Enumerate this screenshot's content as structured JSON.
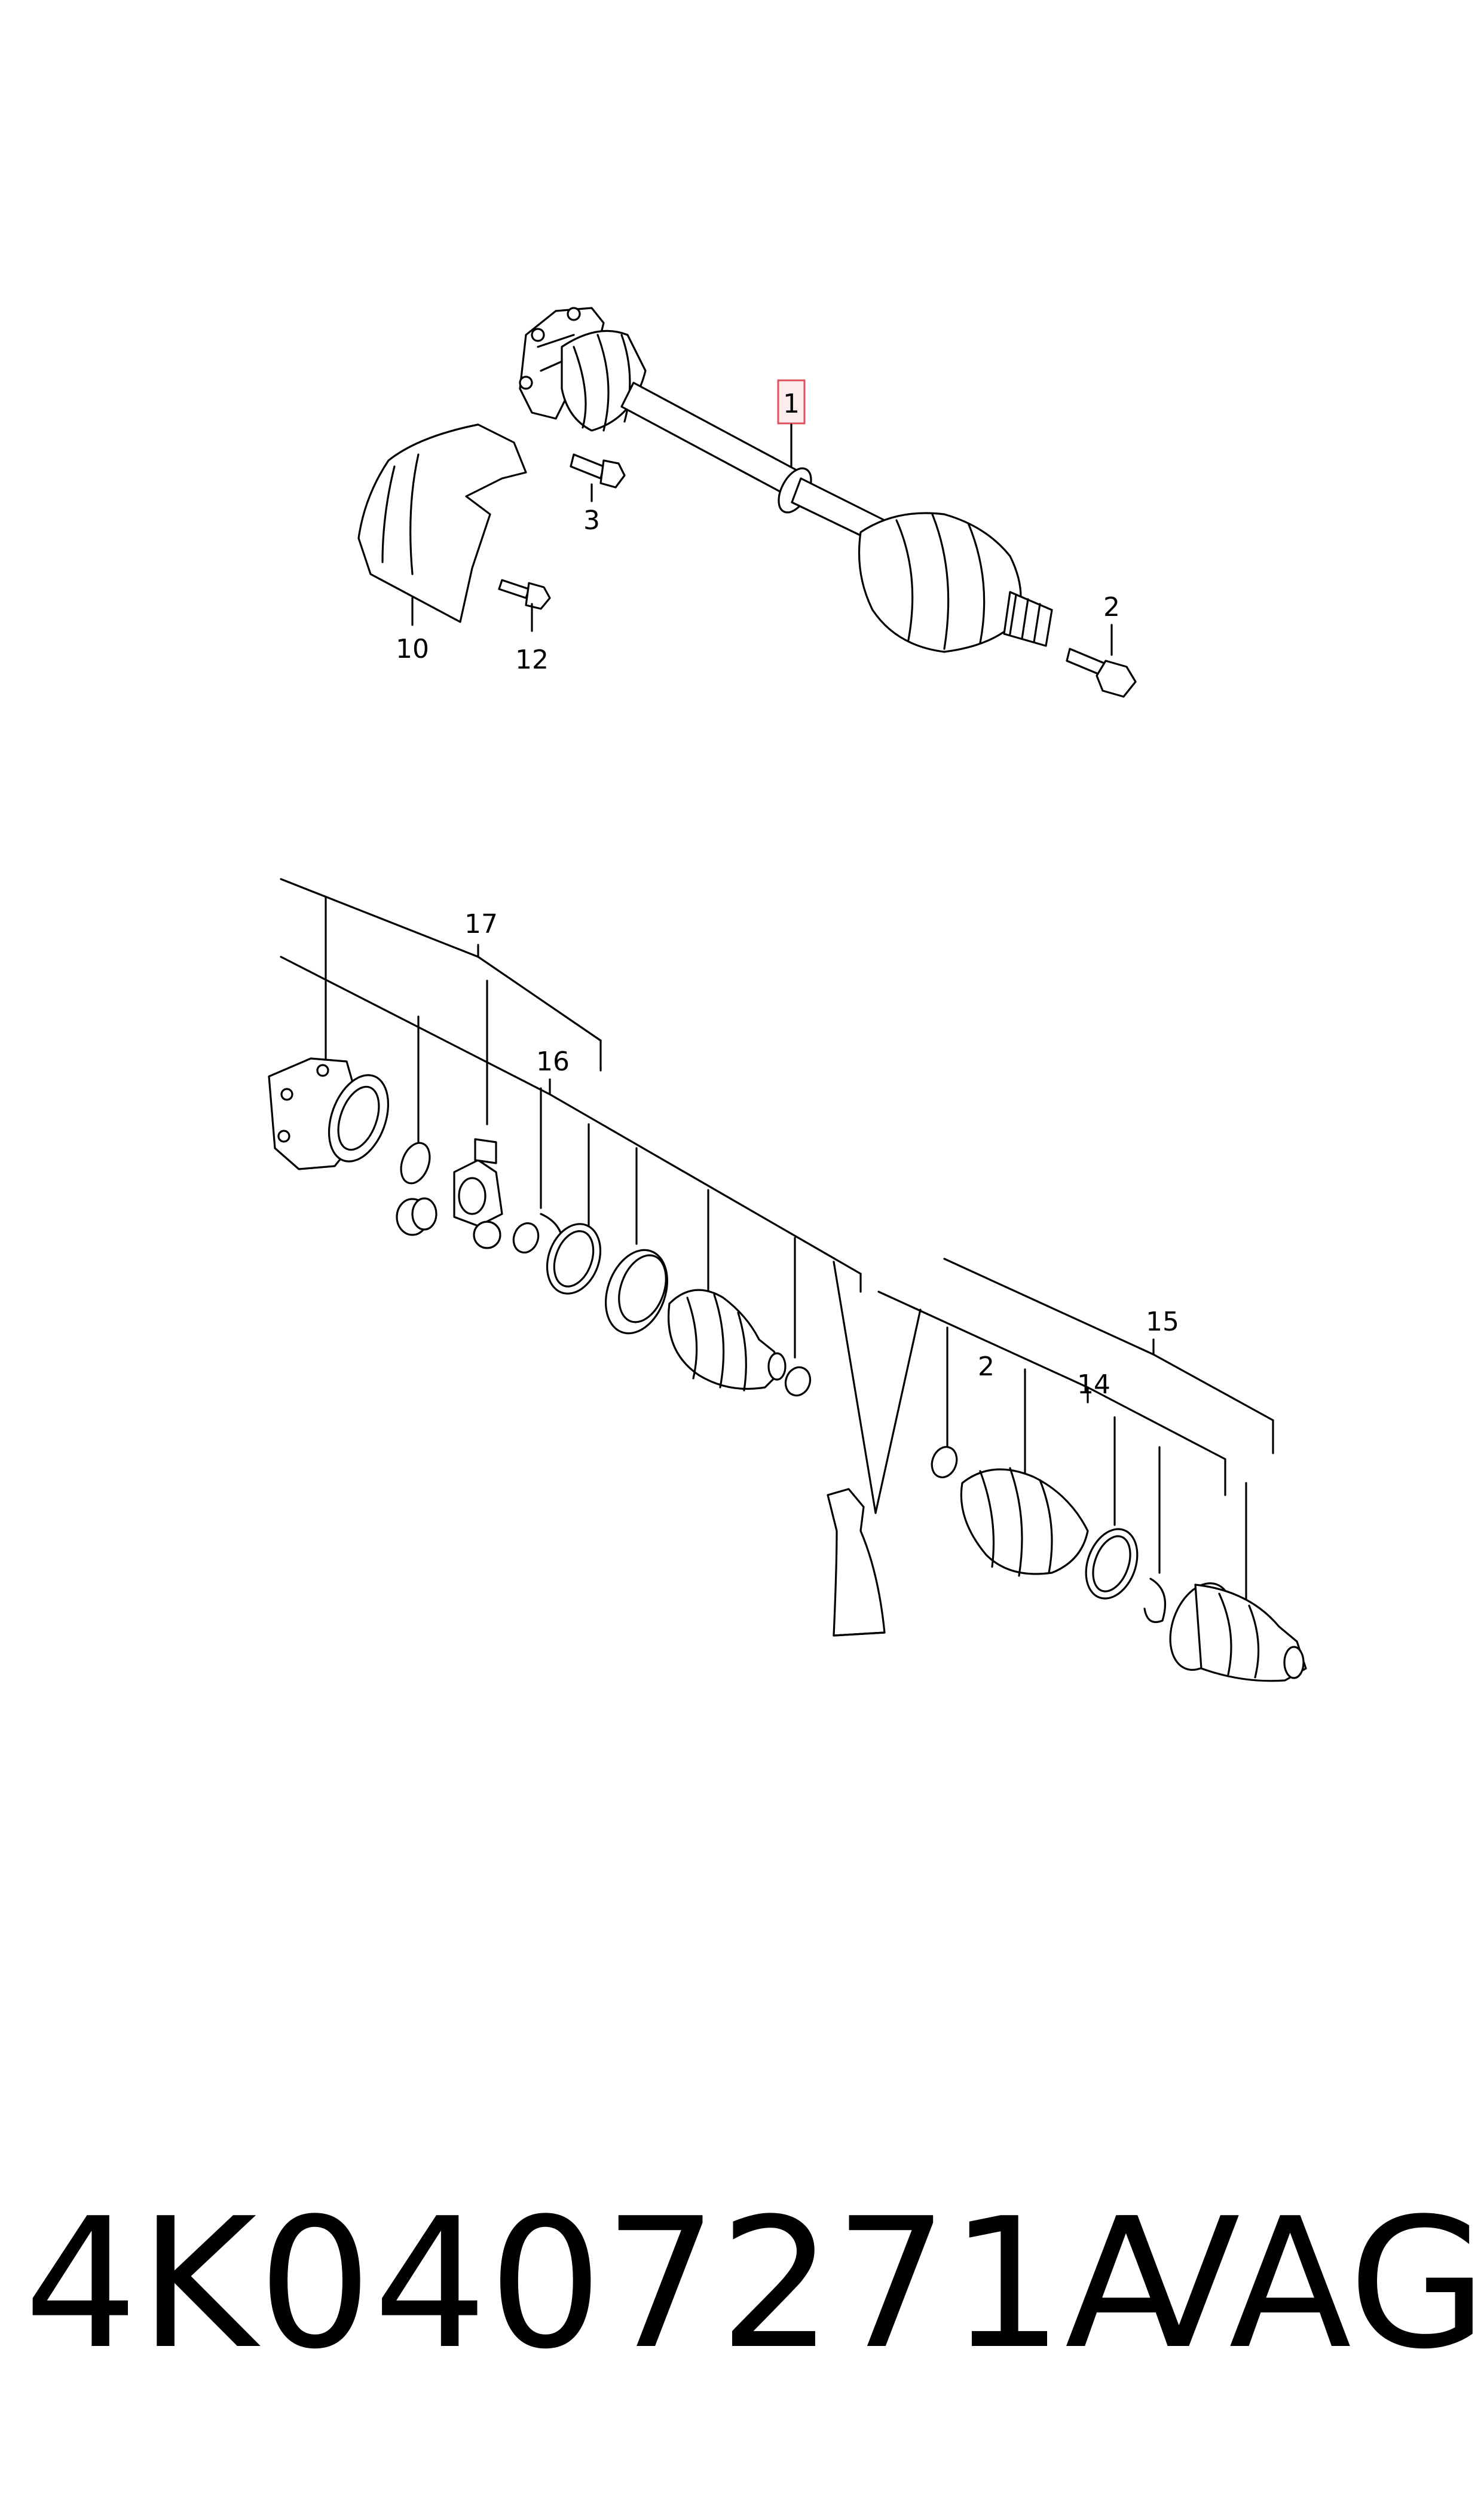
{
  "callouts": {
    "c1": "1",
    "c2_top": "2",
    "c3": "3",
    "c10": "10",
    "c12": "12",
    "c17": "17",
    "c16": "16",
    "c15": "15",
    "c14": "14",
    "c2_bottom": "2"
  },
  "highlight_color": "#e05060",
  "footer": {
    "part_number": "4K0407271A",
    "brand": "VAG"
  }
}
